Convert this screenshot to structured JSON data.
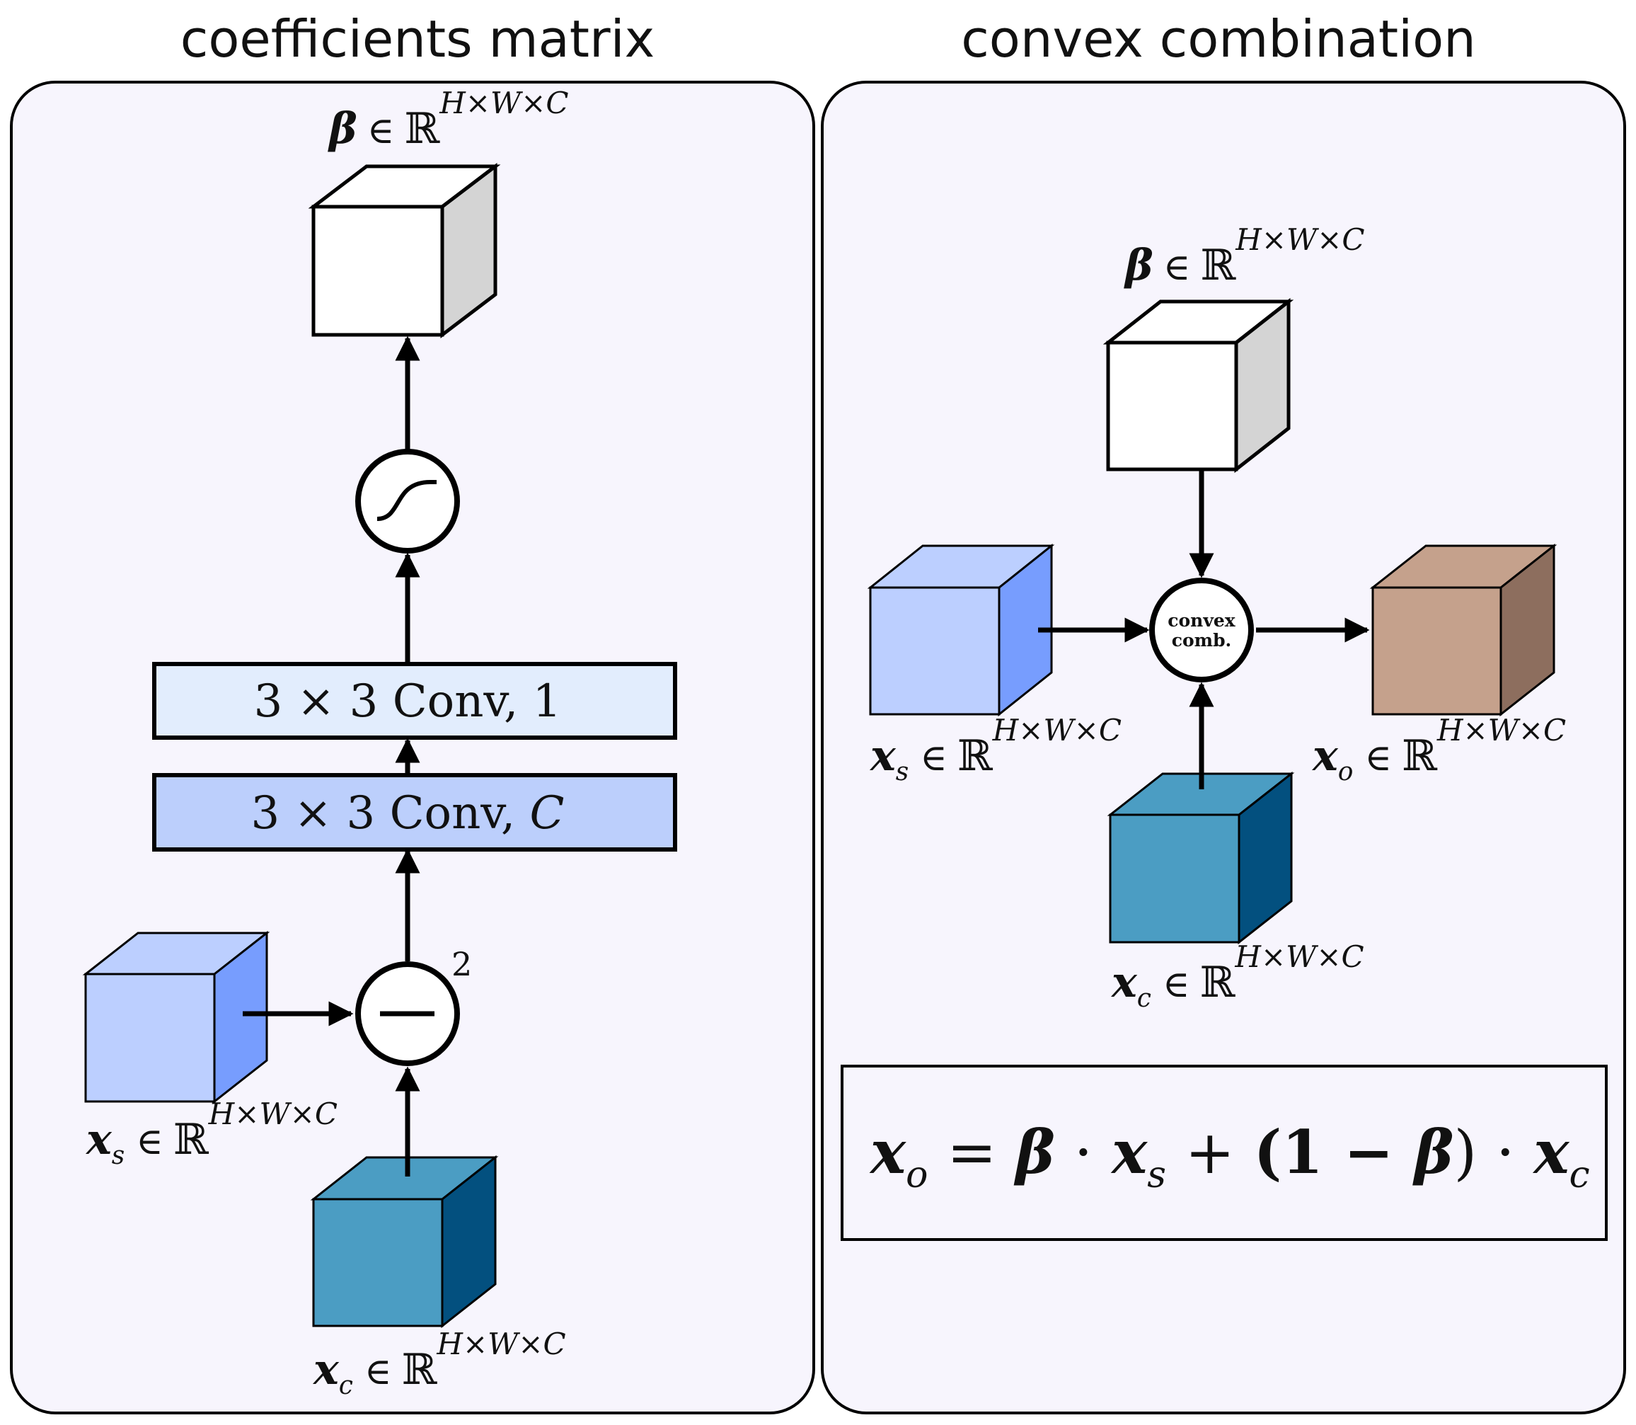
{
  "colors": {
    "panel_fill": "#f7f5fd",
    "white_front": "#ffffff",
    "white_side": "#d4d4d4",
    "light_blue_front": "#bccfff",
    "light_blue_side": "#779dfe",
    "steel_blue_front": "#4b9dc3",
    "steel_blue_side": "#03507f",
    "brown_front": "#c5a18c",
    "brown_side": "#8d6e5e",
    "conv1_fill": "#e2edfd",
    "convC_fill": "#bccffc"
  },
  "left_panel": {
    "title": "coefficients matrix",
    "beta_label": {
      "sym": "β",
      "in": "∈",
      "set": "ℝ",
      "sup": "H×W×C"
    },
    "conv1_layer": {
      "prefix": "3 × 3 Conv, ",
      "suffix": "1"
    },
    "convC_layer": {
      "prefix": "3 × 3 Conv, ",
      "suffix": "C"
    },
    "sigmoid_node": "sigmoid-icon",
    "minus_node": {
      "icon": "minus-icon",
      "exponent": "2"
    },
    "xs_label": {
      "sym": "x",
      "sub": "s",
      "in": "∈",
      "set": "ℝ",
      "sup": "H×W×C"
    },
    "xc_label": {
      "sym": "x",
      "sub": "c",
      "in": "∈",
      "set": "ℝ",
      "sup": "H×W×C"
    }
  },
  "right_panel": {
    "title": "convex combination",
    "beta_label": {
      "sym": "β",
      "in": "∈",
      "set": "ℝ",
      "sup": "H×W×C"
    },
    "node_line1": "convex",
    "node_line2": "comb.",
    "xs_label": {
      "sym": "x",
      "sub": "s",
      "in": "∈",
      "set": "ℝ",
      "sup": "H×W×C"
    },
    "xo_label": {
      "sym": "x",
      "sub": "o",
      "in": "∈",
      "set": "ℝ",
      "sup": "H×W×C"
    },
    "xc_label": {
      "sym": "x",
      "sub": "c",
      "in": "∈",
      "set": "ℝ",
      "sup": "H×W×C"
    },
    "formula": {
      "lhs": "x",
      "lhs_sub": "o",
      "eq": " = ",
      "t1": "β",
      "dot1": " · ",
      "t2": "x",
      "t2_sub": "s",
      "plus": " + ",
      "paren": "(1 − ",
      "t3": "β",
      "close": ")",
      "dot2": " · ",
      "t4": "x",
      "t4_sub": "c"
    }
  }
}
